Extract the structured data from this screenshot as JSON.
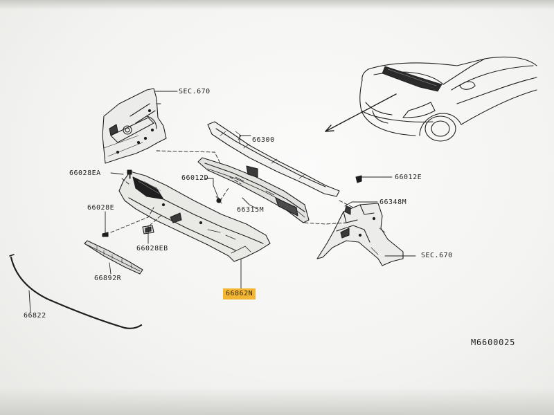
{
  "diagram": {
    "callouts": {
      "sec670_top": "SEC.670",
      "p66300": "66300",
      "p66028ea": "66028EA",
      "p66012d": "66012D",
      "p66012e": "66012E",
      "p66028e": "66028E",
      "p66315m": "66315M",
      "p66348m": "66348M",
      "p66028eb": "66028EB",
      "sec670_right": "SEC.670",
      "p66892r": "66892R",
      "p66862n": "66862N",
      "p66822": "66822"
    },
    "highlighted_part": "66862N",
    "highlight_color": "#f2b632",
    "line_color": "#1e1e1e",
    "figure_code": "M6600025"
  }
}
